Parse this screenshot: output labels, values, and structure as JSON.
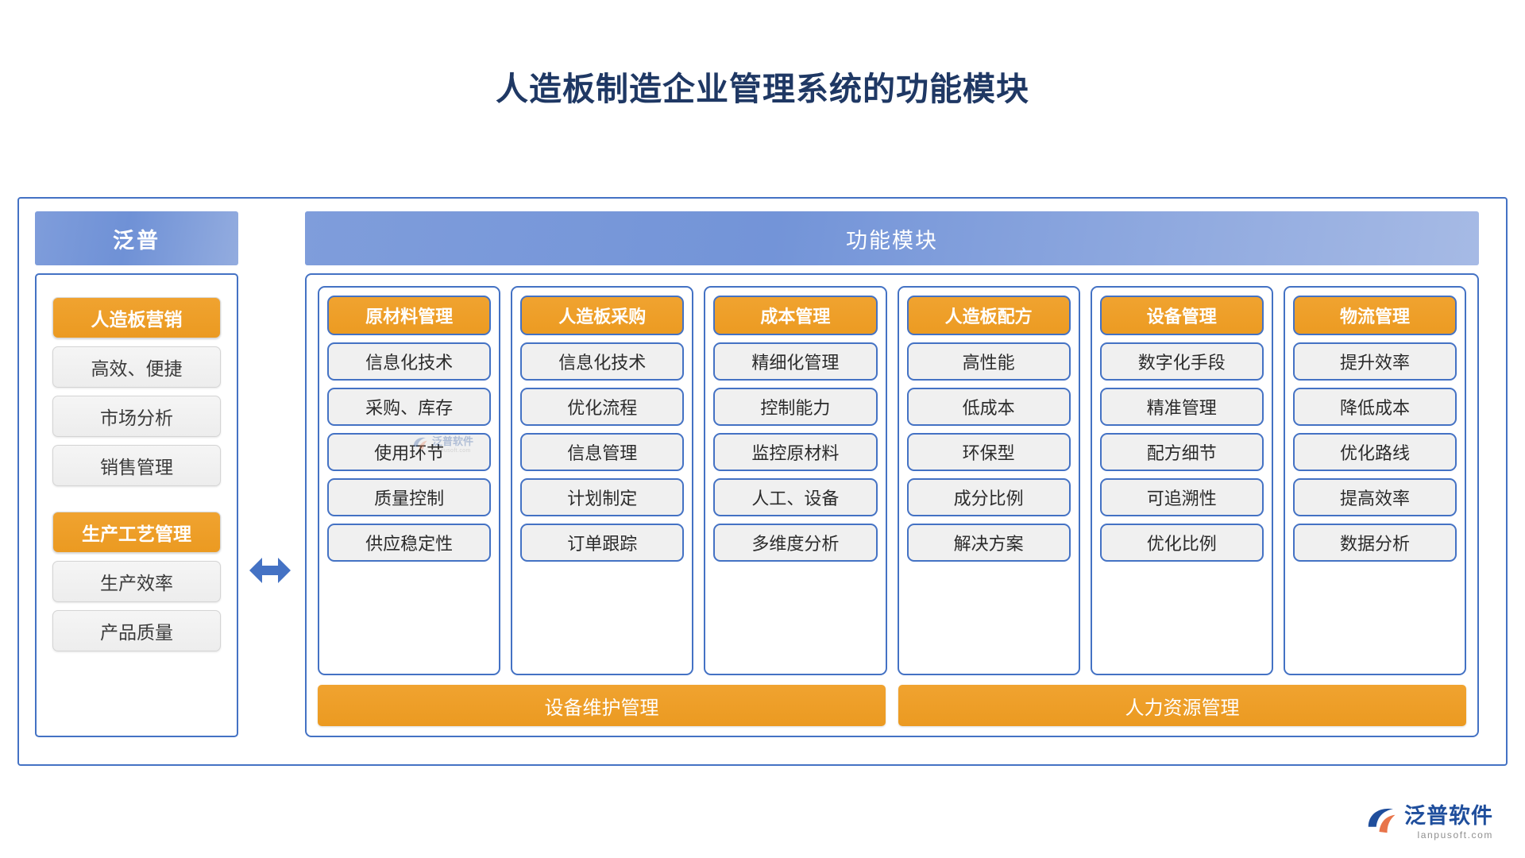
{
  "page": {
    "title": "人造板制造企业管理系统的功能模块"
  },
  "colors": {
    "title_blue": "#1f3864",
    "accent_orange": "#ef9c23",
    "border_blue": "#4472c4",
    "header_blue": "#7f9ddb",
    "pill_grey": "#f0f0f0",
    "logo_blue": "#1f4e9c"
  },
  "brand_panel": {
    "header": "泛普",
    "groups": [
      {
        "title": "人造板营销",
        "items": [
          "高效、便捷",
          "市场分析",
          "销售管理"
        ]
      },
      {
        "title": "生产工艺管理",
        "items": [
          "生产效率",
          "产品质量"
        ]
      }
    ]
  },
  "connector": {
    "icon": "double-arrow-horizontal-icon"
  },
  "modules_panel": {
    "header": "功能模块",
    "columns": [
      {
        "title": "原材料管理",
        "items": [
          "信息化技术",
          "采购、库存",
          "使用环节",
          "质量控制",
          "供应稳定性"
        ]
      },
      {
        "title": "人造板采购",
        "items": [
          "信息化技术",
          "优化流程",
          "信息管理",
          "计划制定",
          "订单跟踪"
        ]
      },
      {
        "title": "成本管理",
        "items": [
          "精细化管理",
          "控制能力",
          "监控原材料",
          "人工、设备",
          "多维度分析"
        ]
      },
      {
        "title": "人造板配方",
        "items": [
          "高性能",
          "低成本",
          "环保型",
          "成分比例",
          "解决方案"
        ]
      },
      {
        "title": "设备管理",
        "items": [
          "数字化手段",
          "精准管理",
          "配方细节",
          "可追溯性",
          "优化比例"
        ]
      },
      {
        "title": "物流管理",
        "items": [
          "提升效率",
          "降低成本",
          "优化路线",
          "提高效率",
          "数据分析"
        ]
      }
    ],
    "footer_bars": [
      "设备维护管理",
      "人力资源管理"
    ]
  },
  "watermark": {
    "main": "泛普软件",
    "sub": "lanpusoft.com"
  },
  "footer_logo": {
    "main": "泛普软件",
    "sub": "lanpusoft.com"
  }
}
